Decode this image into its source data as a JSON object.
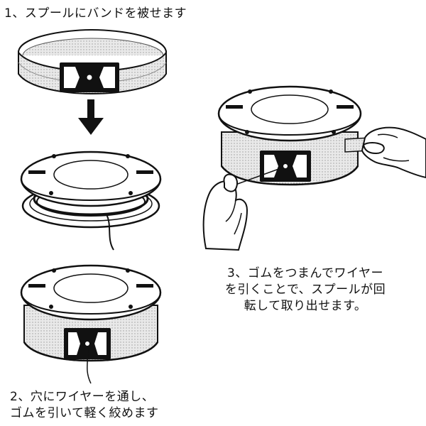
{
  "steps": {
    "step1": {
      "lines": [
        "1、スプールにバンドを被せます"
      ]
    },
    "step2": {
      "lines": [
        "2、穴にワイヤーを通し、",
        "ゴムを引いて軽く絞めます"
      ]
    },
    "step3": {
      "lines": [
        "3、ゴムをつまんでワイヤー",
        "を引くことで、スプールが回",
        "転して取り出せます。"
      ]
    }
  },
  "colors": {
    "ink": "#111111",
    "band": "#e6e6e6",
    "band_edge": "#8c8c8c",
    "spool_face": "#ffffff"
  }
}
